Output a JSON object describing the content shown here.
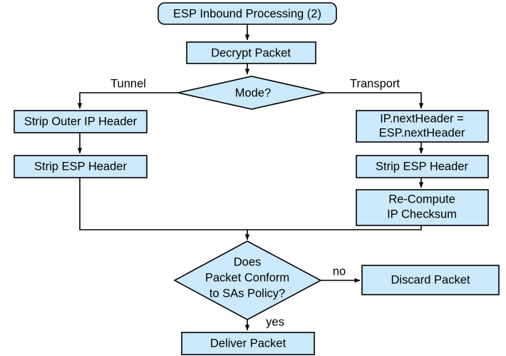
{
  "diagram": {
    "title": "ESP Inbound Processing (2)",
    "type": "flowchart",
    "colors": {
      "node_fill": "#cbe9fa",
      "node_stroke": "#000000",
      "connector": "#000000",
      "background": "#ffffff"
    },
    "nodes": {
      "start": {
        "label": "ESP Inbound Processing (2)",
        "shape": "terminator"
      },
      "decrypt": {
        "label": "Decrypt Packet",
        "shape": "process"
      },
      "mode": {
        "label": "Mode?",
        "shape": "decision"
      },
      "strip_outer_ip": {
        "label": "Strip Outer IP Header",
        "shape": "process"
      },
      "strip_esp_left": {
        "label": "Strip ESP Header",
        "shape": "process"
      },
      "next_header": {
        "line1": "IP.nextHeader =",
        "line2": "ESP.nextHeader",
        "shape": "process"
      },
      "strip_esp_right": {
        "label": "Strip ESP Header",
        "shape": "process"
      },
      "recompute": {
        "line1": "Re-Compute",
        "line2": "IP Checksum",
        "shape": "process"
      },
      "conform": {
        "line1": "Does",
        "line2": "Packet Conform",
        "line3": "to SAs Policy?",
        "shape": "decision"
      },
      "discard": {
        "label": "Discard Packet",
        "shape": "process"
      },
      "deliver": {
        "label": "Deliver Packet",
        "shape": "process"
      }
    },
    "edge_labels": {
      "tunnel": "Tunnel",
      "transport": "Transport",
      "no": "no",
      "yes": "yes"
    }
  }
}
